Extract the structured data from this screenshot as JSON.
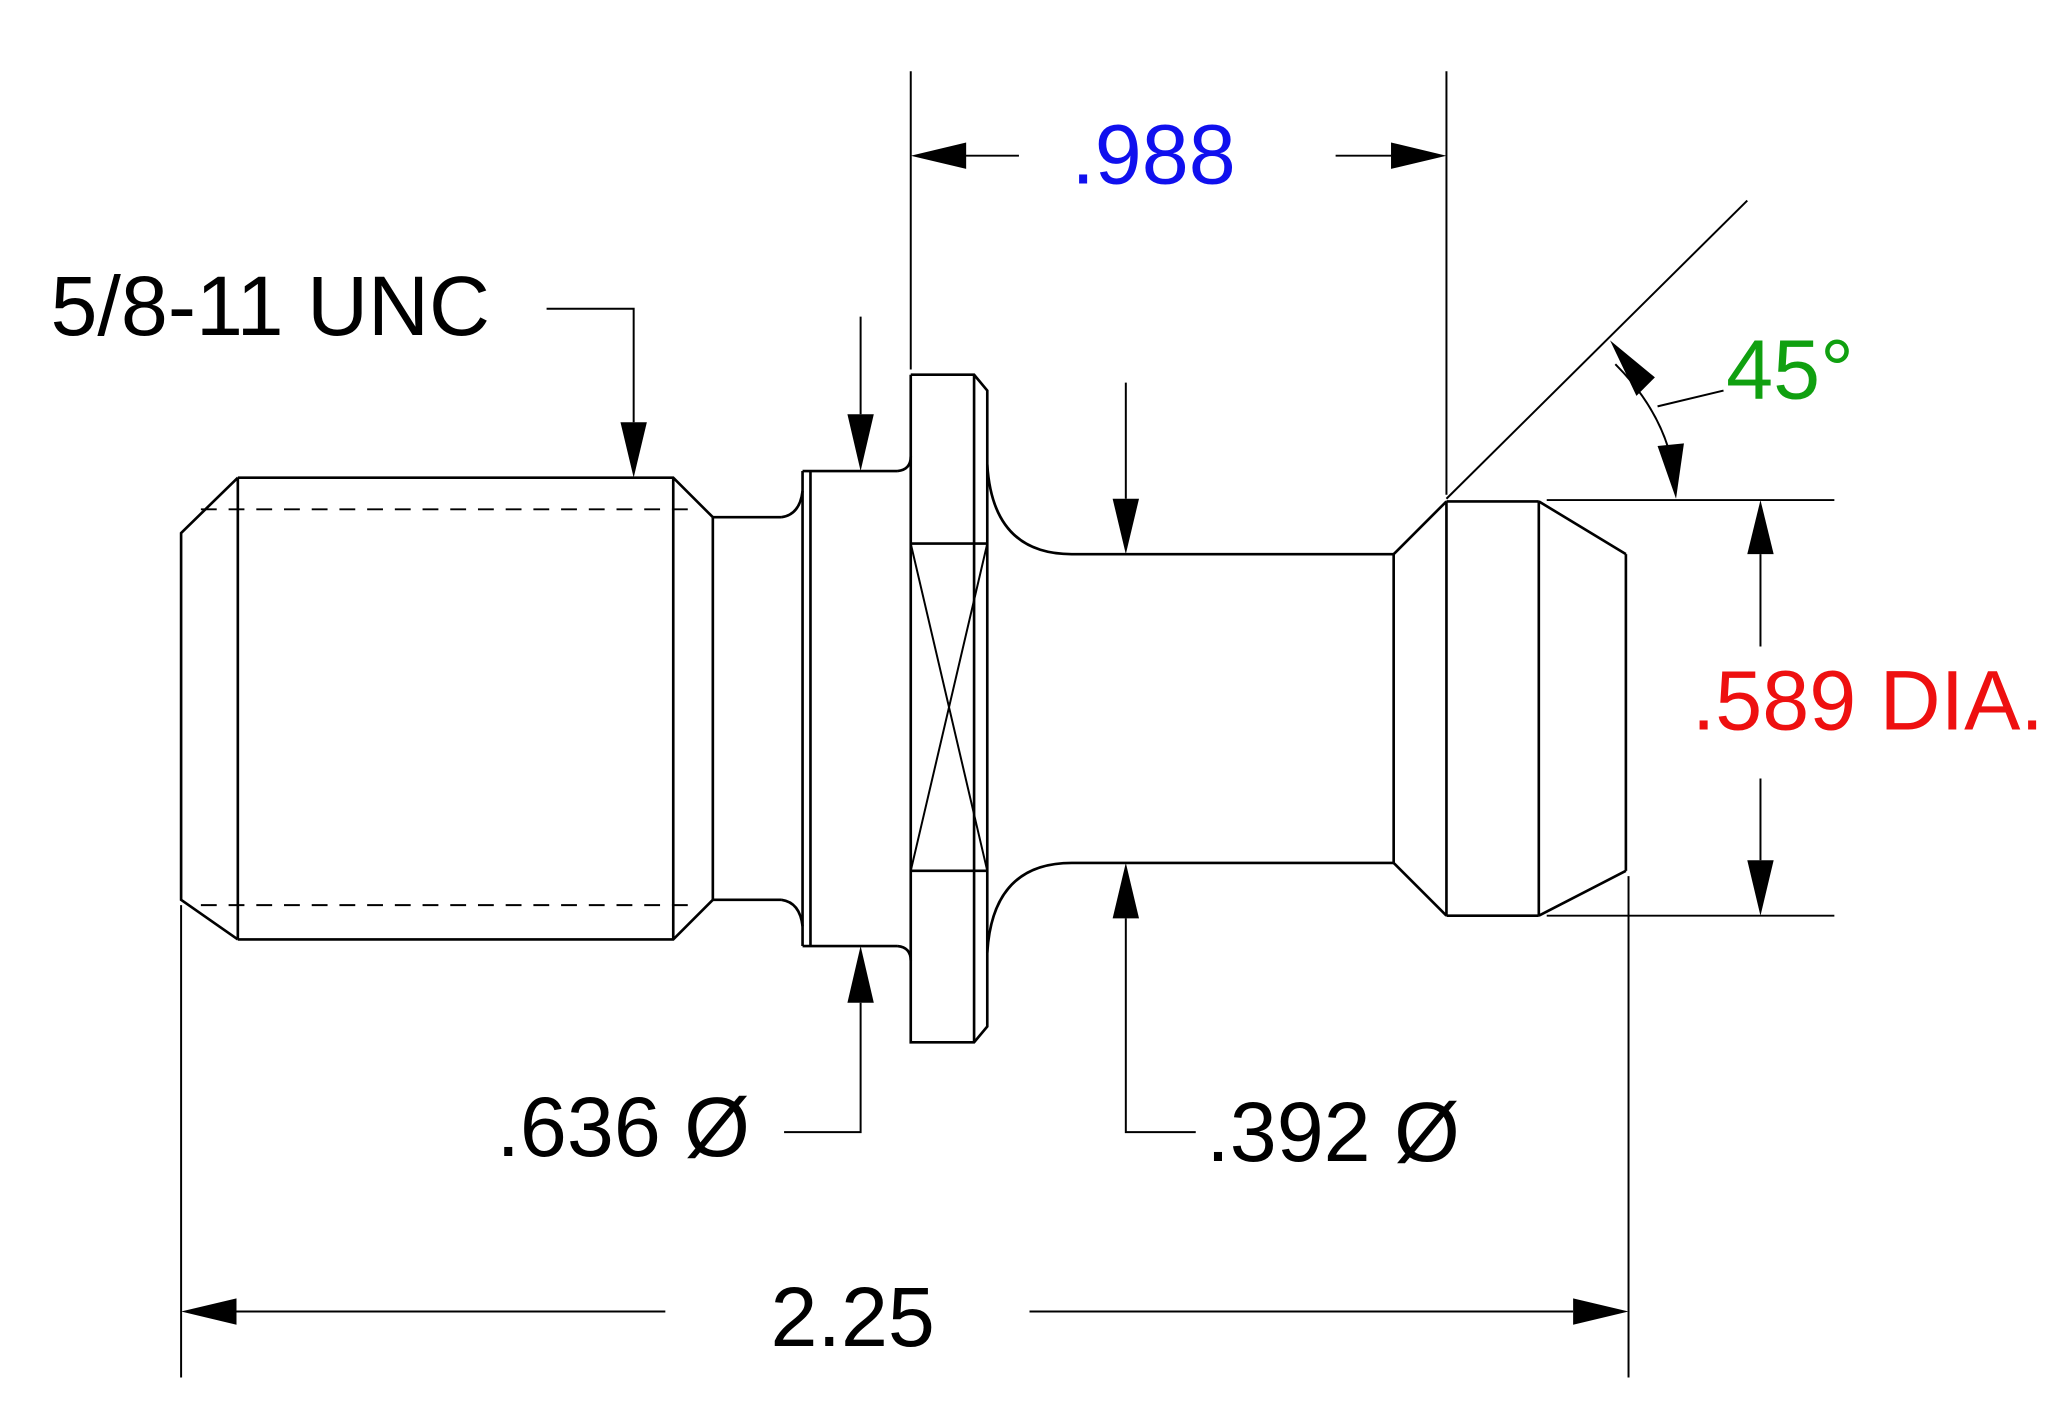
{
  "drawing": {
    "dimensions": {
      "flange_to_head_length": ".988",
      "chamfer_angle": "45°",
      "head_diameter": ".589 DIA.",
      "thread_callout": "5/8-11 UNC",
      "collar_diameter": ".636 Ø",
      "neck_diameter": ".392 Ø",
      "overall_length": "2.25"
    },
    "colors": {
      "line": "#000000",
      "flange_to_head_length": "#1010ee",
      "chamfer_angle": "#10a010",
      "head_diameter": "#ee1010",
      "default_text": "#000000"
    }
  }
}
